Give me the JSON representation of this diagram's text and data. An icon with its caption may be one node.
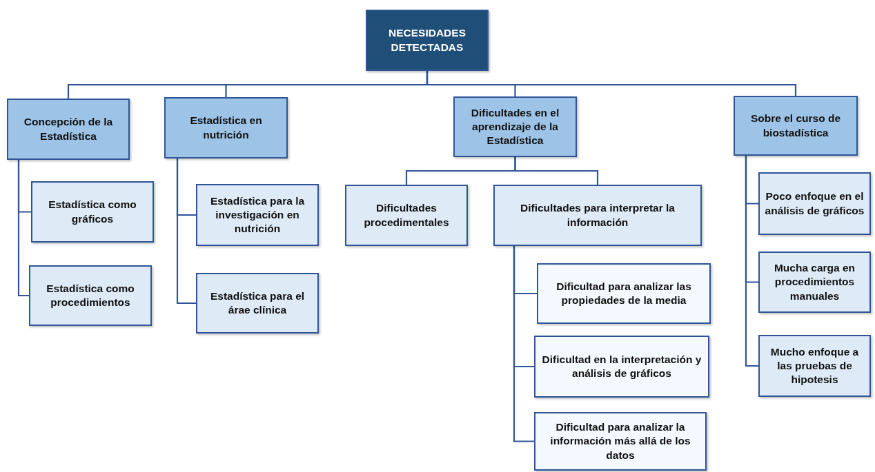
{
  "diagram": {
    "nodes": [
      {
        "text": [
          "NECESIDADES DETECTADAS"
        ]
      },
      {
        "text": [
          "Concepción de la Estadística"
        ]
      },
      {
        "text": [
          "Estadística en nutrición"
        ]
      },
      {
        "text": [
          "Dificultades en el aprendizaje de la Estadística"
        ]
      },
      {
        "text": [
          "Sobre el curso de biostadística"
        ]
      },
      {
        "text": [
          "Estadística como gráficos"
        ]
      },
      {
        "text": [
          "Estadística como procedimientos"
        ]
      },
      {
        "text": [
          "Estadística para la investigación en nutrición"
        ]
      },
      {
        "text": [
          "Estadística para el árae clínica"
        ]
      },
      {
        "text": [
          "Dificultades procedimentales"
        ]
      },
      {
        "text": [
          "Dificultades para interpretar la información"
        ]
      },
      {
        "text": [
          "Dificultad para analizar las propiedades de la media"
        ]
      },
      {
        "text": [
          "Dificultad en la interpretación y análisis de gráficos"
        ]
      },
      {
        "text": [
          "Dificultad para analizar la información más allá de los datos"
        ]
      },
      {
        "text": [
          "Poco enfoque en el análisis de gráficos"
        ]
      },
      {
        "text": [
          "Mucha carga en procedimientos manuales"
        ]
      },
      {
        "text": [
          "Mucho enfoque a las pruebas de hipotesis"
        ]
      }
    ],
    "edges": [
      {
        "from": 0,
        "to": 1,
        "arrow": "none"
      },
      {
        "from": 0,
        "to": 2,
        "arrow": "none"
      },
      {
        "from": 0,
        "to": 3,
        "arrow": "none"
      },
      {
        "from": 0,
        "to": 4,
        "arrow": "none"
      },
      {
        "from": 1,
        "to": 5,
        "arrow": "none"
      },
      {
        "from": 1,
        "to": 6,
        "arrow": "none"
      },
      {
        "from": 2,
        "to": 7,
        "arrow": "none"
      },
      {
        "from": 2,
        "to": 8,
        "arrow": "none"
      },
      {
        "from": 3,
        "to": 9,
        "arrow": "none"
      },
      {
        "from": 3,
        "to": 10,
        "arrow": "none"
      },
      {
        "from": 10,
        "to": 11,
        "arrow": "none"
      },
      {
        "from": 10,
        "to": 12,
        "arrow": "none"
      },
      {
        "from": 10,
        "to": 13,
        "arrow": "none"
      },
      {
        "from": 4,
        "to": 14,
        "arrow": "none"
      },
      {
        "from": 4,
        "to": 15,
        "arrow": "none"
      },
      {
        "from": 4,
        "to": 16,
        "arrow": "none"
      }
    ]
  }
}
